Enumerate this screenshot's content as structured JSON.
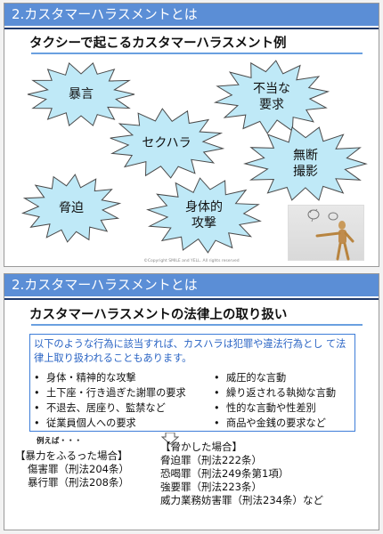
{
  "slide1": {
    "header": "2.カスタマーハラスメントとは",
    "subtitle": "タクシーで起こるカスタマーハラスメント例",
    "bursts": [
      {
        "label": "暴言"
      },
      {
        "label": "不当な\n要求"
      },
      {
        "label": "セクハラ"
      },
      {
        "label": "無断\n撮影"
      },
      {
        "label": "脅迫"
      },
      {
        "label": "身体的\n攻撃"
      }
    ],
    "copyright": "©Copyright SMILE and YELL. All rights reserved",
    "colors": {
      "burst_fill": "#bfe9f7",
      "burst_stroke": "#4a4a4a",
      "header_bg": "#5b8ed6"
    }
  },
  "slide2": {
    "header": "2.カスタマーハラスメントとは",
    "subtitle": "カスタマーハラスメントの法律上の取り扱い",
    "intro": "以下のような行為に該当すれば、カスハラは犯罪や違法行為とし て法律上取り扱われることもあります。",
    "bullets_left": [
      "身体・精神的な攻撃",
      "土下座・行き過ぎた謝罪の要求",
      "不退去、居座り、監禁など",
      "従業員個人への要求"
    ],
    "bullets_right": [
      "威圧的な言動",
      "繰り返される執拗な言動",
      "性的な言動や性差別",
      "商品や金銭の要求など"
    ],
    "example_label": "例えば・・・",
    "case_violence": {
      "head": "【暴力をふるった場合】",
      "items": [
        "傷害罪（刑法204条）",
        "暴行罪（刑法208条）"
      ]
    },
    "case_threat": {
      "head": "【脅かした場合】",
      "items": [
        "脅迫罪（刑法222条）",
        "恐喝罪（刑法249条第1項）",
        "強要罪（刑法223条）",
        "威力業務妨害罪（刑法234条）など"
      ]
    },
    "colors": {
      "box_border": "#3d7dd8",
      "intro_text": "#2a64c4"
    }
  }
}
